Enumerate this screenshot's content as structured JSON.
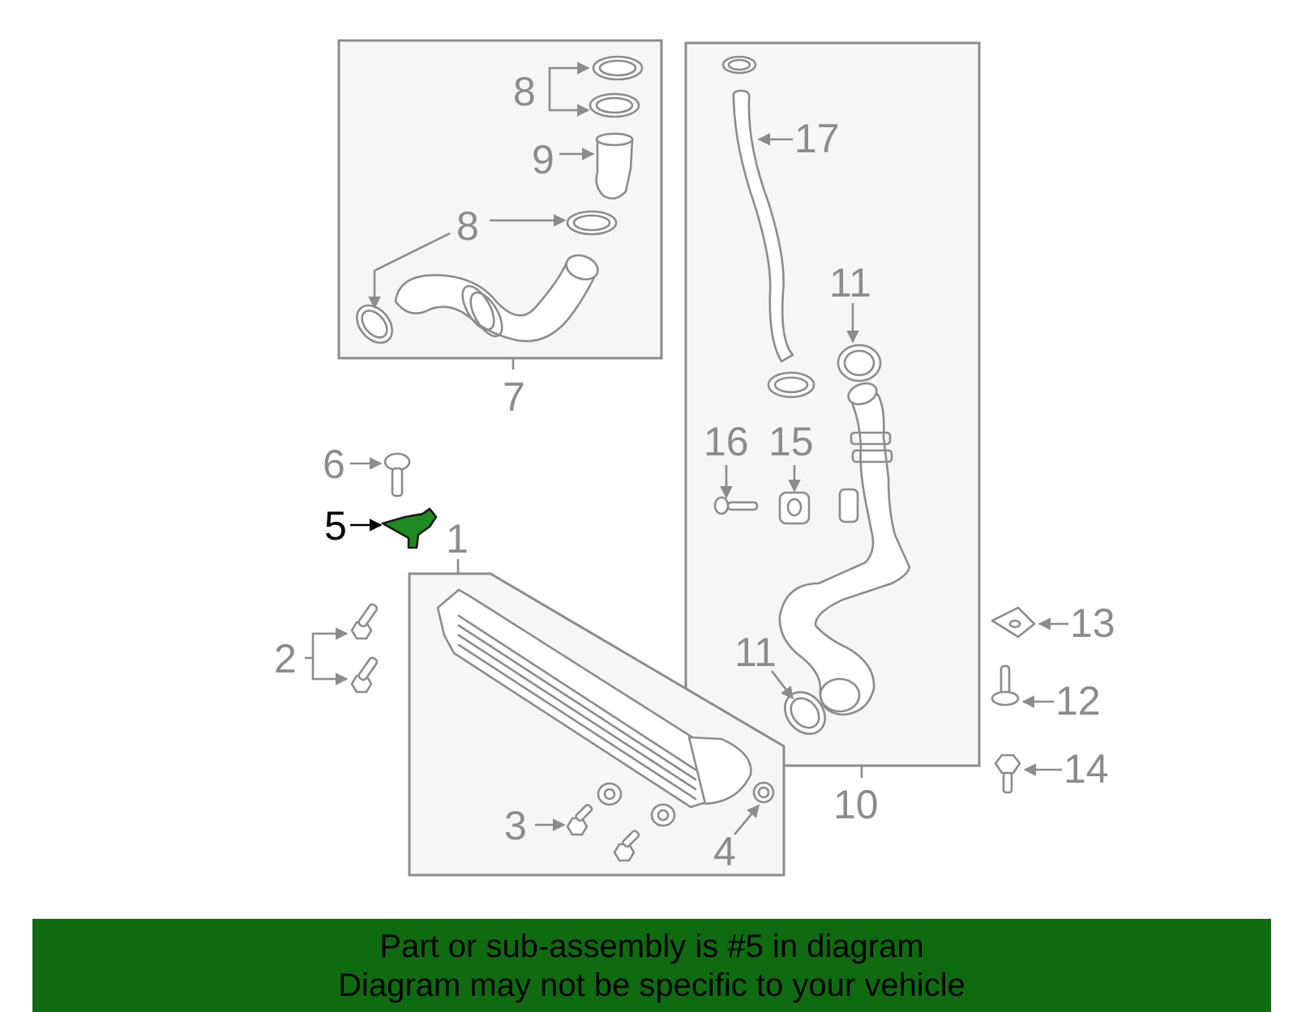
{
  "callouts": {
    "c1": "1",
    "c2": "2",
    "c3": "3",
    "c4": "4",
    "c5": "5",
    "c6": "6",
    "c7": "7",
    "c8a": "8",
    "c8b": "8",
    "c9": "9",
    "c10": "10",
    "c11a": "11",
    "c11b": "11",
    "c12": "12",
    "c13": "13",
    "c14": "14",
    "c15": "15",
    "c16": "16",
    "c17": "17"
  },
  "highlight_part": "5",
  "colors": {
    "line": "#8c8c8c",
    "box_fill": "#f6f6f6",
    "highlight_part": "#1f8a1f",
    "banner": "#0f6b0f"
  },
  "banner": {
    "line1": "Part or sub-assembly is #5 in diagram",
    "line2": "Diagram may not be specific to your vehicle"
  }
}
